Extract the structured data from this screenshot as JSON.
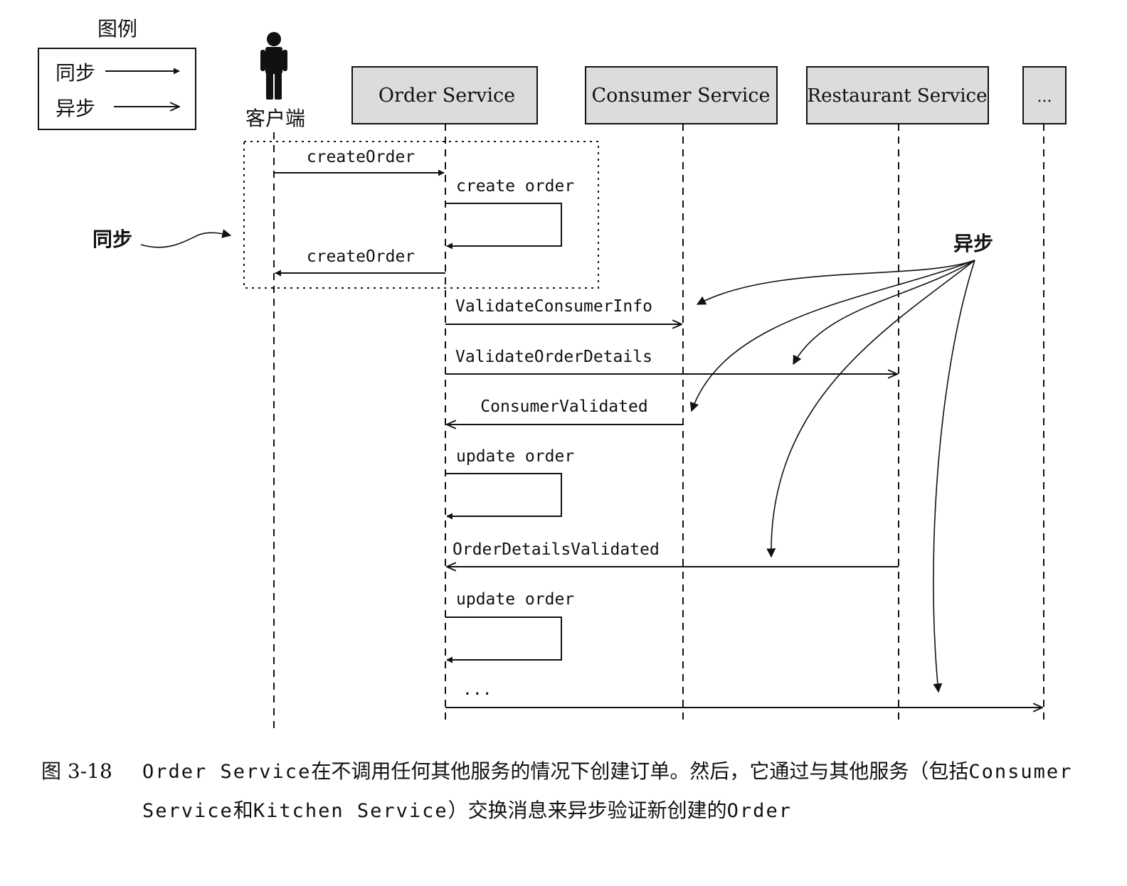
{
  "legend": {
    "title": "图例",
    "sync_label": "同步",
    "async_label": "异步"
  },
  "actors": {
    "client_label": "客户端",
    "services": [
      "Order Service",
      "Consumer Service",
      "Restaurant Service",
      "..."
    ]
  },
  "messages": {
    "create_order_request": "createOrder",
    "create_order_local": "create order",
    "create_order_reply": "createOrder",
    "validate_consumer": "ValidateConsumerInfo",
    "validate_order": "ValidateOrderDetails",
    "consumer_validated": "ConsumerValidated",
    "update_order_1": "update order",
    "order_details_validated": "OrderDetailsValidated",
    "update_order_2": "update order",
    "more": "..."
  },
  "annotations": {
    "sync": "同步",
    "async": "异步"
  },
  "caption": {
    "number": "图 3-18",
    "parts": [
      {
        "text": "Order Service",
        "code": true
      },
      {
        "text": "在不调用任何其他服务的情况下创建订单。然后，它通过与其他服务（包括",
        "code": false
      },
      {
        "text": "Consumer Service",
        "code": true
      },
      {
        "text": "和",
        "code": false
      },
      {
        "text": "Kitchen Service",
        "code": true
      },
      {
        "text": "）交换消息来异步验证新创建的",
        "code": false
      },
      {
        "text": "Order",
        "code": true
      }
    ]
  },
  "colors": {
    "lifeline_box_fill": "#dcdcdc",
    "stroke": "#111111"
  }
}
